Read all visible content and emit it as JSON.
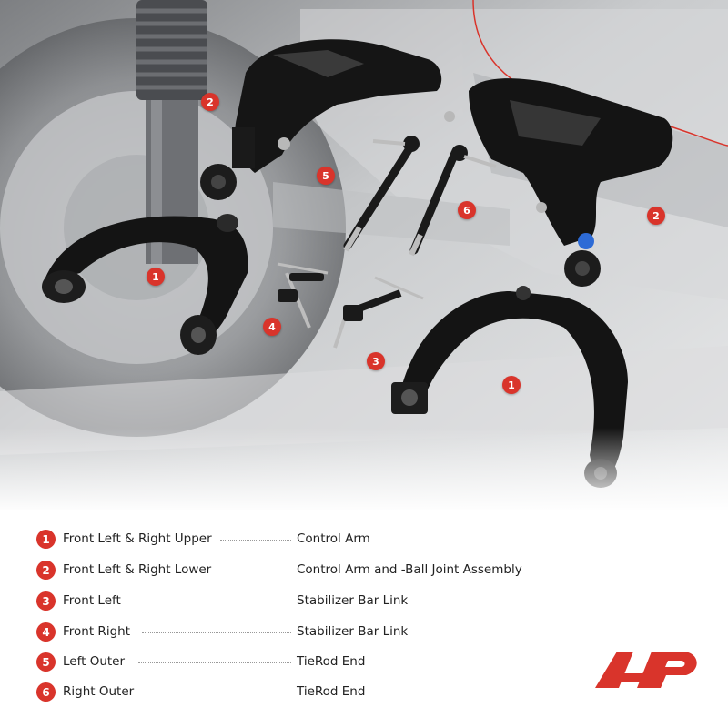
{
  "markers": [
    "1",
    "2",
    "3",
    "4",
    "5",
    "6"
  ],
  "legend": [
    {
      "num": "1",
      "label": "Front Left  & Right  Upper",
      "part": "Control Arm"
    },
    {
      "num": "2",
      "label": "Front Left  & Right  Lower",
      "part": "Control Arm and -Ball Joint Assembly"
    },
    {
      "num": "3",
      "label": "Front Left",
      "part": "Stabilizer Bar Link"
    },
    {
      "num": "4",
      "label": "Front Right",
      "part": "Stabilizer Bar Link"
    },
    {
      "num": "5",
      "label": "Left Outer",
      "part": "TieRod End"
    },
    {
      "num": "6",
      "label": "Right Outer",
      "part": "TieRod End"
    }
  ],
  "colors": {
    "accent": "#d9342b",
    "text": "#222222",
    "arm": "#141414"
  },
  "logo": "a-premium-logo"
}
